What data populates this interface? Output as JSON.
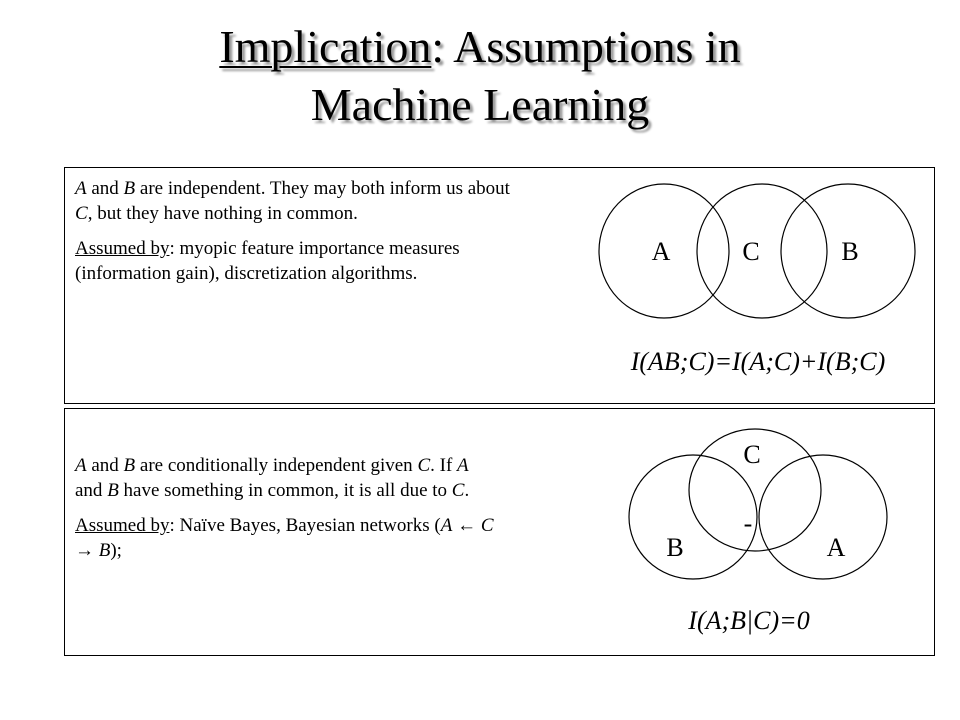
{
  "title": {
    "underlined": "Implication",
    "rest_line1": ": Assumptions in",
    "line2": "Machine Learning"
  },
  "panel1": {
    "p1": {
      "var_a": "A",
      "t1": " and ",
      "var_b": "B",
      "t2": " are independent. They may both inform us about ",
      "var_c": "C",
      "t3": ", but they have nothing in common."
    },
    "p2": {
      "label": "Assumed by",
      "text": ": myopic feature importance measures (information gain), discretization algorithms."
    },
    "venn": {
      "left": "A",
      "middle": "C",
      "right": "B"
    },
    "equation": "I(AB;C)=I(A;C)+I(B;C)"
  },
  "panel2": {
    "p1": {
      "var_a": "A",
      "t1": " and ",
      "var_b": "B",
      "t2": " are conditionally independent given ",
      "var_c": "C",
      "t3": ". If ",
      "var_a2": "A",
      "t4": " and ",
      "var_b2": "B",
      "t5": " have something in common, it is all due to ",
      "var_c2": "C",
      "t6": "."
    },
    "p2": {
      "label": "Assumed by",
      "text": ": Naïve Bayes, Bayesian networks (",
      "var_a": "A",
      "arrow_left": " ← ",
      "var_c": "C",
      "arrow_right": " → ",
      "var_b": "B",
      "end": ");"
    },
    "venn": {
      "top": "C",
      "left": "B",
      "right": "A",
      "minus": "-"
    },
    "equation": "I(A;B|C)=0"
  }
}
